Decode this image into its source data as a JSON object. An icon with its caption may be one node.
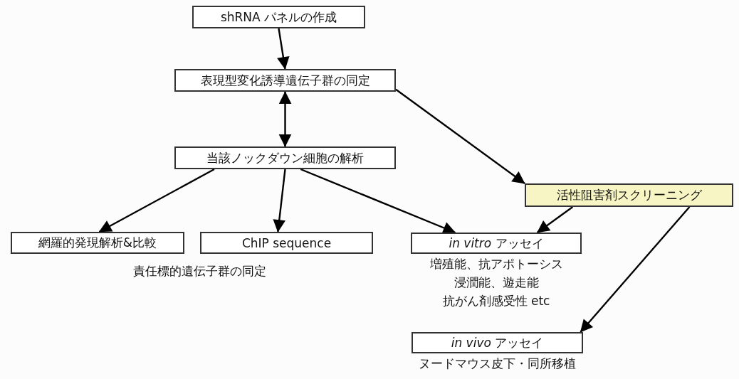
{
  "diagram": {
    "nodes": [
      {
        "text": [
          "shRNA パネルの作成"
        ]
      },
      {
        "text": [
          "表現型変化誘導遺伝子群の同定"
        ]
      },
      {
        "text": [
          "当該ノックダウン細胞の解析"
        ]
      },
      {
        "text": [
          "活性阻害剤スクリーニング"
        ]
      },
      {
        "text": [
          "網羅的発現解析&比較"
        ]
      },
      {
        "text": [
          "ChIP sequence"
        ]
      },
      {
        "text": [
          "*in vitro* アッセイ"
        ],
        "beside": [
          "増殖能、抗アポトーシス",
          "浸潤能、遊走能",
          "抗がん剤感受性 etc"
        ]
      },
      {
        "text": [
          "*in vivo* アッセイ"
        ],
        "beside": [
          "ヌードマウス皮下・同所移植"
        ]
      }
    ],
    "edges": [
      {
        "from": 0,
        "to": 1,
        "arrow": "to"
      },
      {
        "from": 1,
        "to": 2,
        "arrow": "both"
      },
      {
        "from": 1,
        "to": 3,
        "arrow": "to"
      },
      {
        "from": 2,
        "to": 4,
        "arrow": "to"
      },
      {
        "from": 2,
        "to": 5,
        "arrow": "to"
      },
      {
        "from": 2,
        "to": 6,
        "arrow": "to"
      },
      {
        "from": 3,
        "to": 6,
        "arrow": "to"
      },
      {
        "from": 3,
        "to": 7,
        "arrow": "to"
      }
    ],
    "labels": [
      "責任標的遺伝子群の同定"
    ]
  }
}
